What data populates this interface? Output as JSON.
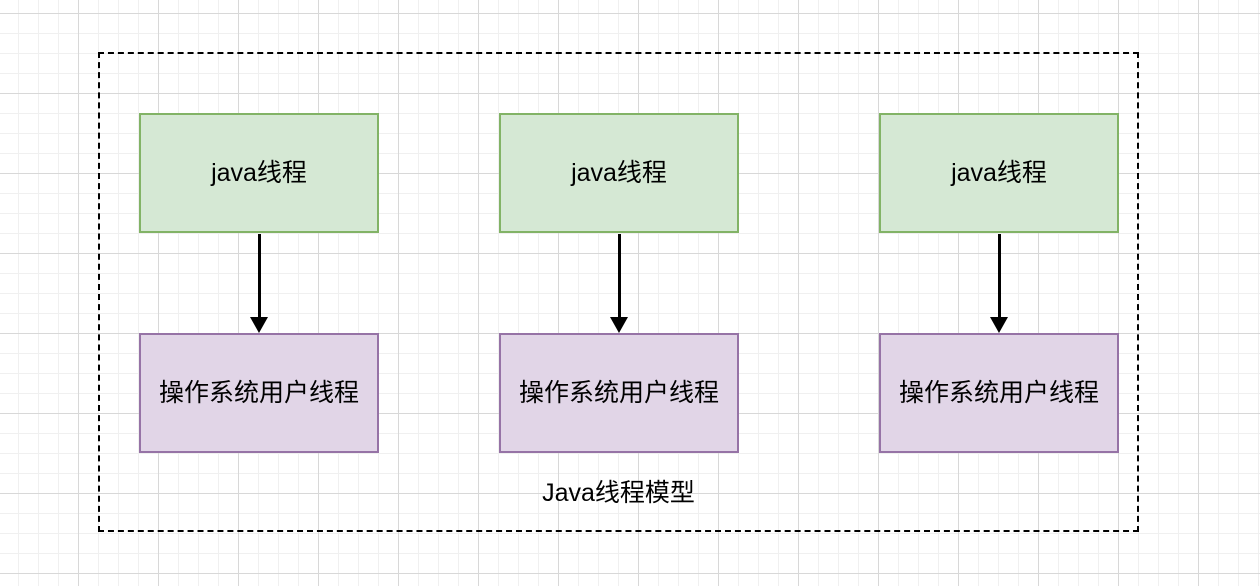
{
  "colors": {
    "canvas-bg": "#ffffff",
    "grid-minor": "#f0f0f0",
    "grid-major": "#d8d8d8",
    "frame-border": "#000000",
    "java-thread-fill": "#d5e8d4",
    "java-thread-border": "#82b366",
    "os-thread-fill": "#e1d5e7",
    "os-thread-border": "#9673a6",
    "arrow-color": "#000000",
    "text-color": "#000000"
  },
  "group": {
    "title": "Java线程模型"
  },
  "nodes": {
    "java_threads": [
      {
        "label": "java线程"
      },
      {
        "label": "java线程"
      },
      {
        "label": "java线程"
      }
    ],
    "os_threads": [
      {
        "label": "操作系统用户线程"
      },
      {
        "label": "操作系统用户线程"
      },
      {
        "label": "操作系统用户线程"
      }
    ]
  }
}
